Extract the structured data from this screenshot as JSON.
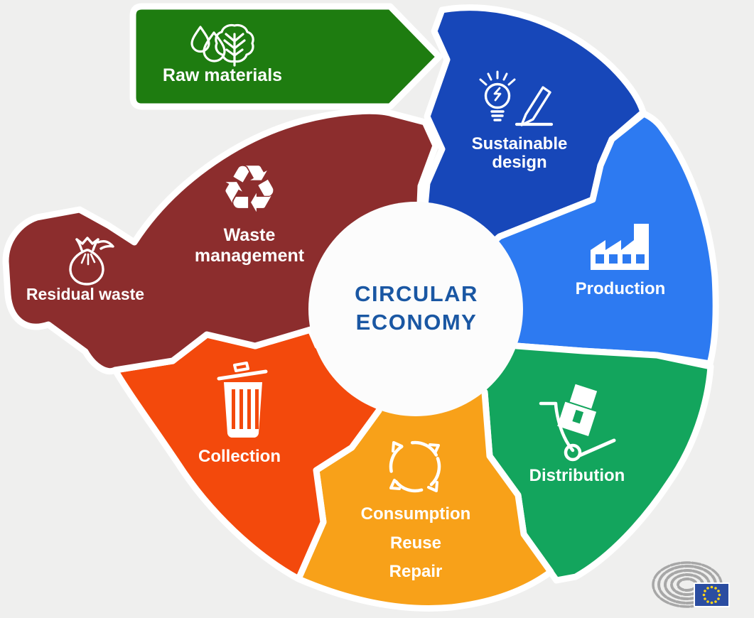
{
  "background": "#efefee",
  "title": {
    "lines": [
      "CIRCULAR",
      "ECONOMY"
    ],
    "color": "#1a57a3"
  },
  "segments": [
    {
      "label": "Raw materials",
      "color": "#1e7c10",
      "icon": "water-drops-and-tree-icon"
    },
    {
      "lines": [
        "Sustainable",
        "design"
      ],
      "color": "#1747b9",
      "icon": "lightbulb-pencil-icon"
    },
    {
      "label": "Production",
      "color": "#2d7af1",
      "icon": "factory-icon"
    },
    {
      "label": "Distribution",
      "color": "#13a55d",
      "icon": "hand-truck-icon"
    },
    {
      "lines": [
        "Consumption",
        "Reuse",
        "Repair"
      ],
      "color": "#f8a119",
      "icon": "cycle-arrows-icon"
    },
    {
      "label": "Collection",
      "color": "#f3490c",
      "icon": "trash-can-icon"
    },
    {
      "lines": [
        "Waste",
        "management"
      ],
      "color": "#8c2d2d",
      "icon": "recycle-icon",
      "recycle_glyph": "♻"
    },
    {
      "label": "Residual waste",
      "color": "#8c2d2d",
      "icon": "waste-bag-icon"
    }
  ],
  "logo": {
    "name": "european-parliament-logo",
    "arc_color": "#a7a7a7",
    "flag_color": "#2b4da1",
    "star_color": "#ffd617"
  }
}
